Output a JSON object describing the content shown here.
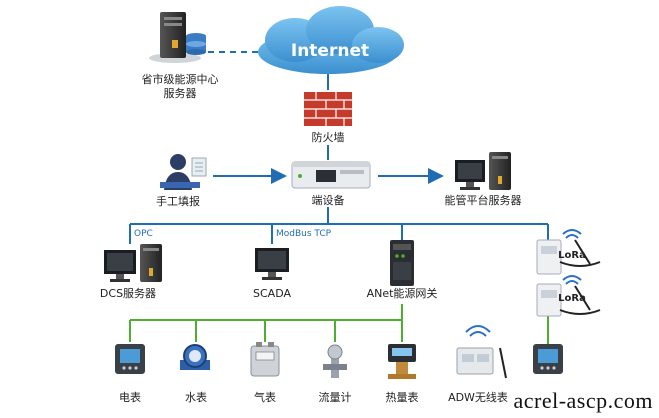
{
  "labels": {
    "city_server": "省市级能源中心",
    "city_server_line2": "服务器",
    "internet": "Internet",
    "firewall": "防火墙",
    "manual": "手工填报",
    "end_device": "端设备",
    "platform_server": "能管平台服务器",
    "opc": "OPC",
    "modbus": "ModBus TCP",
    "dcs": "DCS服务器",
    "scada": "SCADA",
    "anet": "ANet能源网关",
    "lora": "LoRa",
    "electric": "电表",
    "water": "水表",
    "gas": "气表",
    "flow": "流量计",
    "heat": "热量表",
    "adw": "ADW无线表"
  },
  "watermark": "acrel-ascp.com",
  "colors": {
    "blue_line": "#1f6db5",
    "green_line": "#4caf2f",
    "cloud": "#4ea6e0",
    "firewall": "#c63a2c"
  }
}
